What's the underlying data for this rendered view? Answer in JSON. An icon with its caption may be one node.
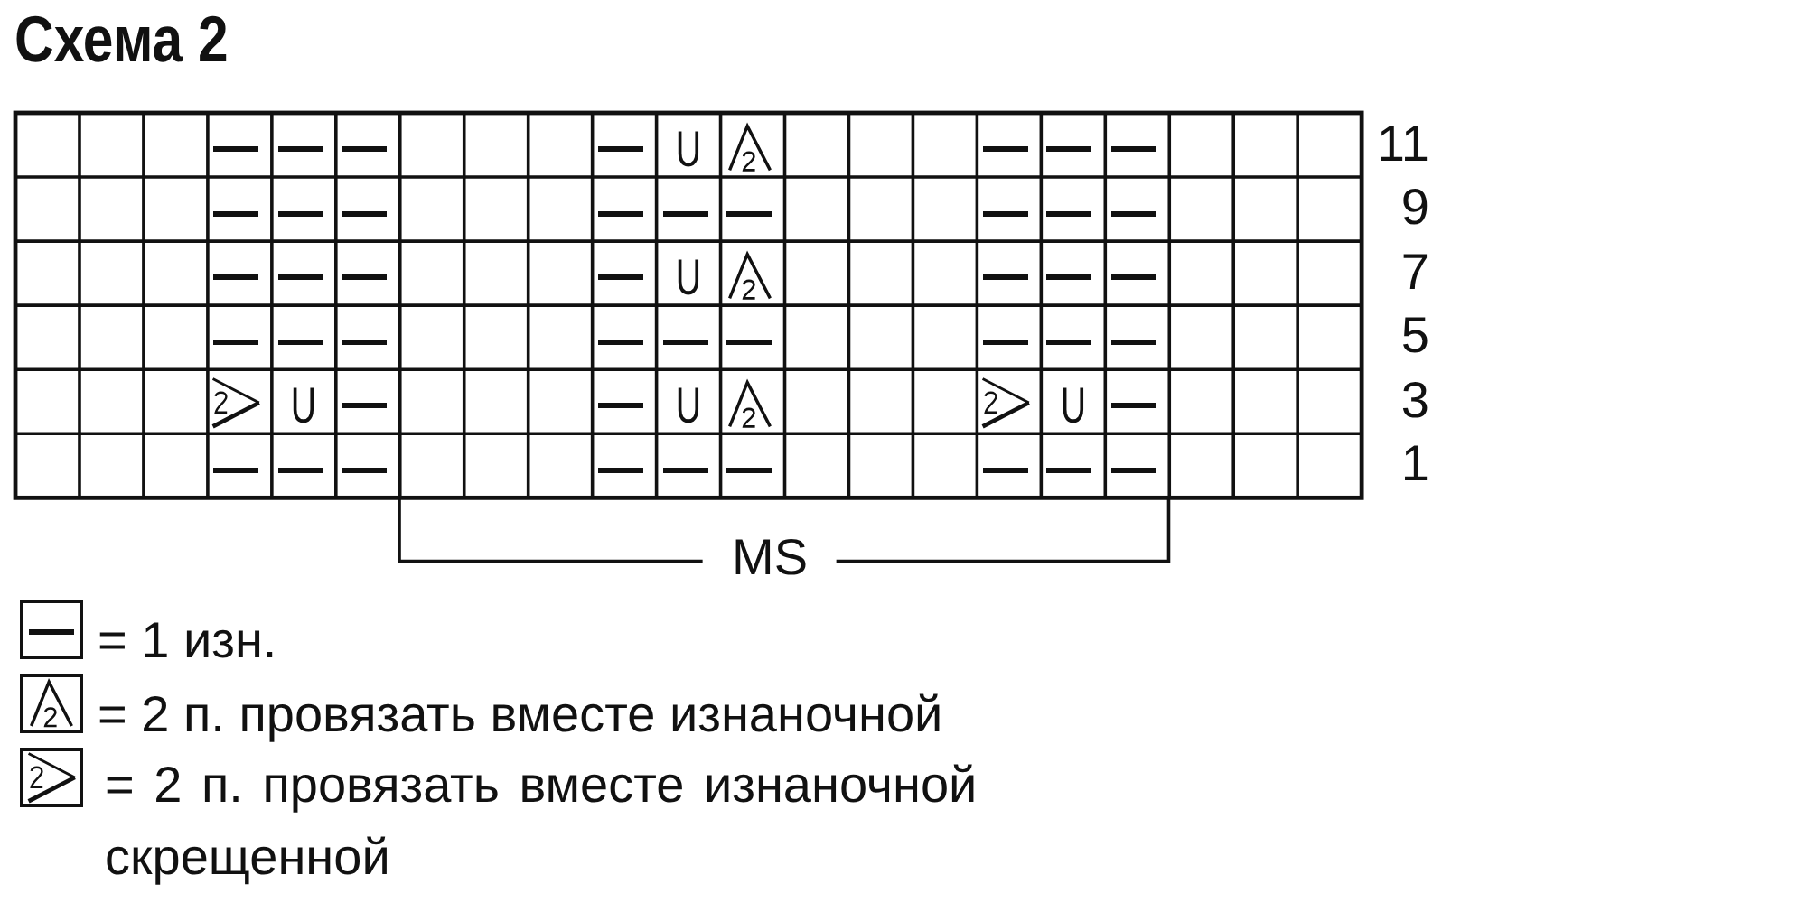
{
  "diagram": {
    "title": "Схема 2",
    "labels": [
      "U",
      "11",
      "9",
      "U",
      "7",
      "5",
      "U",
      "U",
      "U",
      "3",
      "1",
      "MS"
    ],
    "legend": [
      {
        "text": "= 1 изн."
      },
      {
        "text": "= 2 п. провязать вместе изнаночной"
      },
      {
        "text": "= 2 п. провязать вместе изнаночной скрещенной"
      }
    ]
  }
}
